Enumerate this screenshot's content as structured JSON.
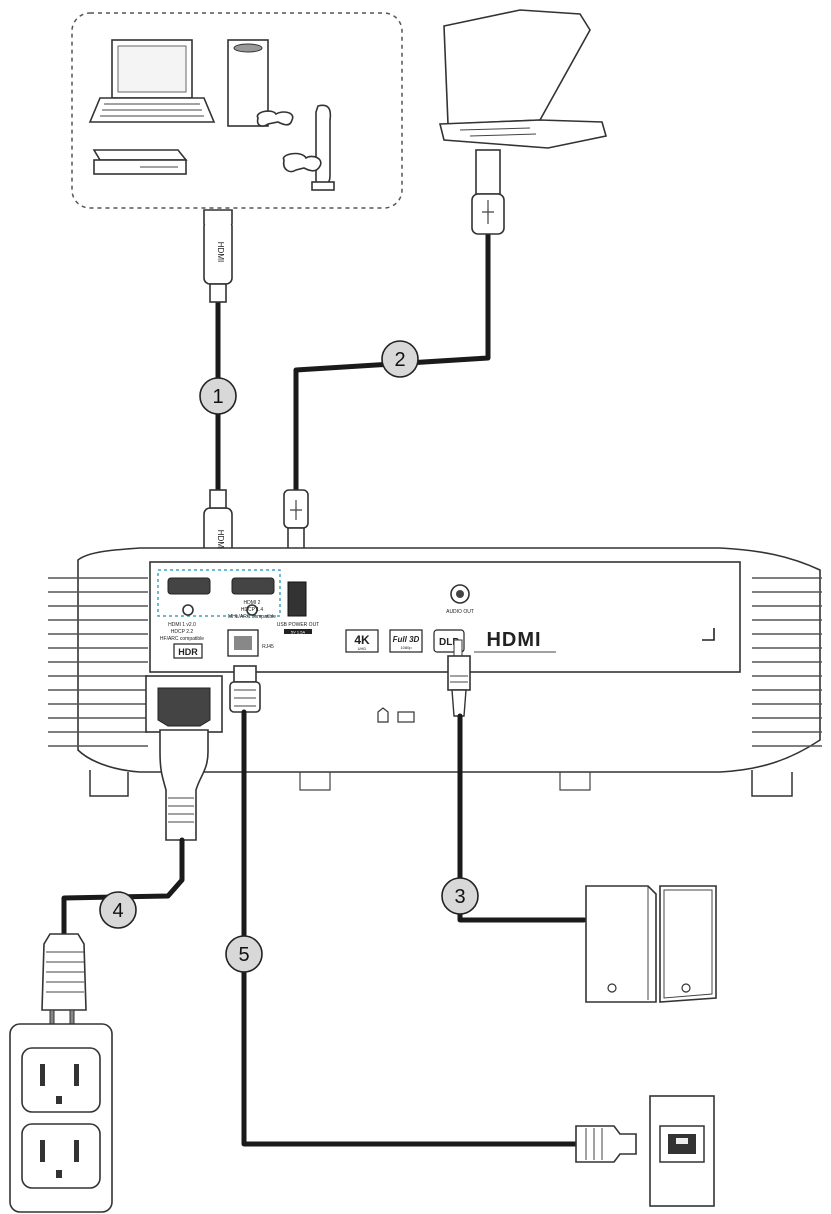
{
  "projector": {
    "port_labels": {
      "hdmi1": "HDMI 1 v2.0",
      "hdmi1_sub": "HDCP 2.2",
      "hdmi1_sub2": "HF/ARC compatible",
      "hdmi2": "HDMI 2",
      "hdmi2_sub": "HDCP 1.4",
      "hdmi2_sub2": "MHL/ARC compatible",
      "usb": "USB POWER OUT",
      "usb_sub": "5V 1.5A",
      "rj45": "RJ45",
      "audio": "AUDIO OUT",
      "hdr": "HDR",
      "badge_4k": "4K",
      "badge_4k_sub": "UHD",
      "badge_full3d": "Full 3D",
      "badge_full3d_sub": "1080p",
      "badge_dlp": "DLP",
      "badge_hdmi": "HDMI"
    }
  },
  "callouts": [
    {
      "id": "1",
      "label": "1"
    },
    {
      "id": "2",
      "label": "2"
    },
    {
      "id": "3",
      "label": "3"
    },
    {
      "id": "4",
      "label": "4"
    },
    {
      "id": "5",
      "label": "5"
    }
  ],
  "connectors": {
    "hdmi_plug_text": "HDMI"
  }
}
